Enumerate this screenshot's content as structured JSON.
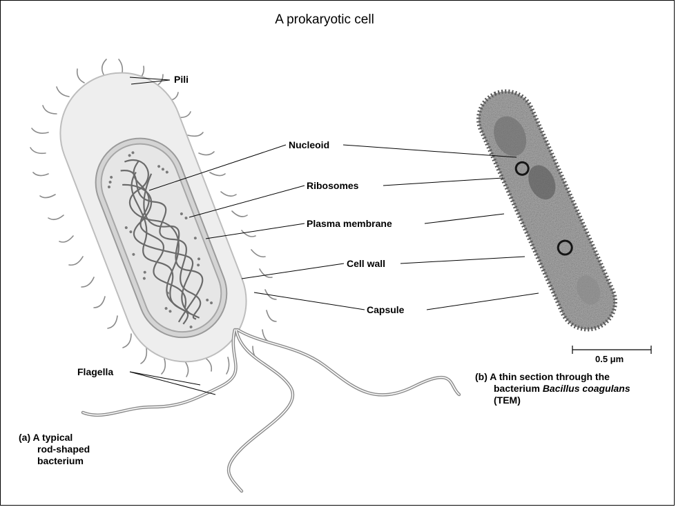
{
  "title": "A prokaryotic cell",
  "labels": {
    "pili": "Pili",
    "nucleoid": "Nucleoid",
    "ribosomes": "Ribosomes",
    "plasma_membrane": "Plasma membrane",
    "cell_wall": "Cell wall",
    "capsule": "Capsule",
    "flagella": "Flagella"
  },
  "scale_bar": "0.5 μm",
  "caption_a": {
    "line1": "(a) A typical",
    "line2": "rod-shaped",
    "line3": "bacterium"
  },
  "caption_b": {
    "line1": "(b) A thin section through the",
    "line2_prefix": "bacterium ",
    "line2_italic": "Bacillus coagulans",
    "line3": "(TEM)"
  },
  "colors": {
    "capsule_fill": "#eeeeee",
    "wall_fill": "#d4d4d4",
    "cytoplasm_fill": "#e6e6e6",
    "nucleoid_stroke": "#6a6a6a",
    "tem_dark": "#2e2e2e"
  }
}
